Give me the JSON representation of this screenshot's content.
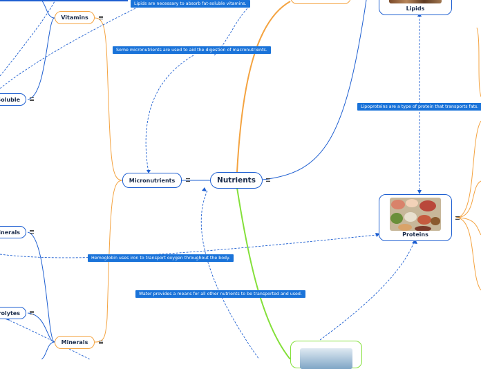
{
  "root": {
    "label": "Nutrients"
  },
  "branches": {
    "micronutrients": "Micronutrients",
    "vitamins": "Vitamins",
    "fat_soluble": "Soluble",
    "minerals": "Minerals",
    "trace_minerals": "inerals",
    "electrolytes": "rolytes",
    "lipids": "Lipids",
    "proteins": "Proteins"
  },
  "notes": {
    "lipids_vitamins": "Lipids are necessary to absorb fat-soluble vitamins.",
    "micro_digestion": "Some micronutrients are used to aid the digestion of macronutrients.",
    "lipoproteins": "Lipoproteins are a type of protein that transports fats.",
    "hemoglobin": "Hemoglobin uses iron to transport oxygen throughout the body.",
    "water": "Water provides a means for all other nutrients to be transported and used."
  },
  "colors": {
    "blue_border": "#1e5fd1",
    "orange_border": "#f4a340",
    "green_border": "#84e03a",
    "note_fill": "#1a73d9"
  },
  "icons": [
    "menu-icon",
    "food-image",
    "water-image"
  ]
}
